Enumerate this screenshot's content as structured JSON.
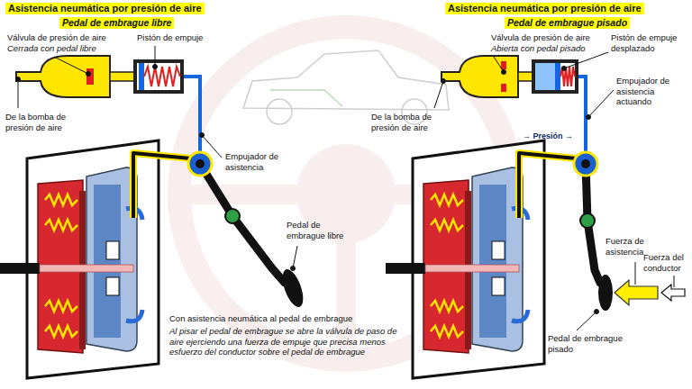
{
  "diagram": {
    "labels": [
      "Asistencia neumática por presión de aire",
      "Pedal de embrague libre",
      "Válvula de presión de aire",
      "Cerrada con pedal libre",
      "Pistón de empuje",
      "De la bomba de presión de aire",
      "Empujador de asistencia",
      "Pedal de embrague libre",
      "Con asistencia neumática al pedal de embrague",
      "Al pisar el pedal de embrague se abre la válvula de paso de aire ejerciendo una fuerza de empuje que precisa menos esfuerzo del conductor sobre el pedal de embrague",
      "Asistencia neumática por presión de aire",
      "Pedal de embrague pisado",
      "Válvula de presión de aire",
      "Abierta con pedal pisado",
      "Pistón de empuje desplazado",
      "Empujador de asistencia actuando",
      "De la bomba de presión de aire",
      "→ Presión →",
      "Fuerza de asistencia",
      "Fuerza del conductor",
      "Pedal de embrague pisado"
    ]
  }
}
